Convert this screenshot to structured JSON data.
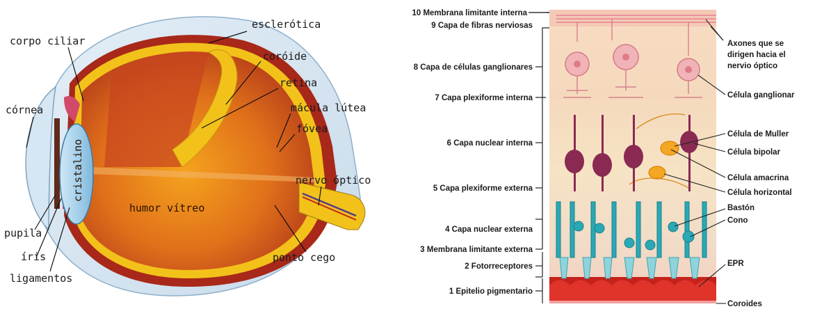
{
  "eye": {
    "labels": {
      "esclerotica": "esclerótica",
      "corpo_ciliar": "corpo ciliar",
      "coroide": "coróide",
      "retina": "retina",
      "cornea": "córnea",
      "macula": "mácula lútea",
      "fovea": "fóvea",
      "nervo_optico": "nervo óptico",
      "cristalino": "cristalino",
      "humor_vitreo": "humor vítreo",
      "pupila": "pupila",
      "iris": "íris",
      "ligamentos": "ligamentos",
      "ponto_cego": "ponto cego"
    }
  },
  "retina": {
    "left_labels": {
      "l10": "10 Membrana limitante interna",
      "l9": "9 Capa de fibras nerviosas",
      "l8": "8 Capa de células ganglionares",
      "l7": "7 Capa plexiforme interna",
      "l6": "6 Capa nuclear interna",
      "l5": "5 Capa plexiforme externa",
      "l4": "4 Capa nuclear externa",
      "l3": "3 Membrana limitante externa",
      "l2": "2 Fotorreceptores",
      "l1": "1 Epitelio pigmentario"
    },
    "right_labels": {
      "axones_1": "Axones que se",
      "axones_2": "dirigen hacia el",
      "axones_3": "nervio óptico",
      "ganglionar": "Célula ganglionar",
      "muller": "Célula de Muller",
      "bipolar": "Célula bipolar",
      "amacrina": "Célula amacrina",
      "horizontal": "Célula horizontal",
      "baston": "Bastón",
      "cono": "Cono",
      "epr": "EPR",
      "coroides": "Coroides"
    }
  }
}
